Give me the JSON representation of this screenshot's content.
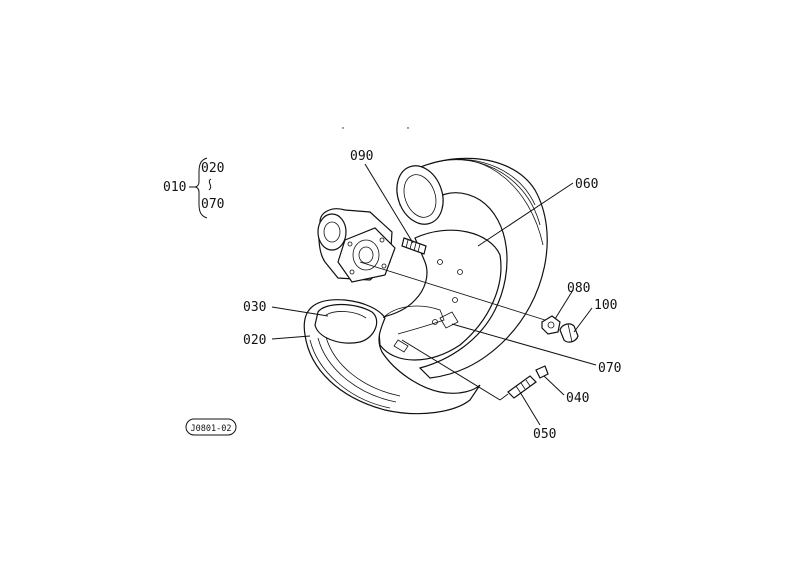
{
  "parts": {
    "p010": "010",
    "p020": "020",
    "p030": "030",
    "p040": "040",
    "p050": "050",
    "p060": "060",
    "p070": "070",
    "p080": "080",
    "p090": "090",
    "p100": "100"
  },
  "group": {
    "parent": "010",
    "from": "020",
    "to": "070"
  },
  "drawing_id": "J0801-02"
}
